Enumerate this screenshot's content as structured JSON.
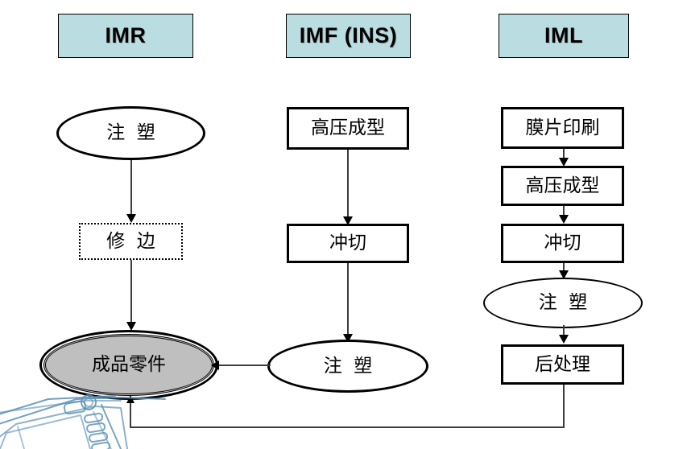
{
  "diagram": {
    "title": "Decoration process comparison flowchart",
    "columns": [
      {
        "id": "imr",
        "header": "IMR",
        "header_color": "#b9dde1",
        "nodes": [
          {
            "name": "imr-injection",
            "label": "注  塑",
            "shape": "ellipse"
          },
          {
            "name": "imr-trimming",
            "label": "修  边",
            "shape": "rect-dotted"
          },
          {
            "name": "finished-part",
            "label": "成品零件",
            "shape": "ellipse-double",
            "fill": "#bfbfbf"
          }
        ]
      },
      {
        "id": "imf",
        "header": "IMF  (INS)",
        "header_color": "#b9dde1",
        "nodes": [
          {
            "name": "imf-high-pressure-forming",
            "label": "高压成型",
            "shape": "rect"
          },
          {
            "name": "imf-die-cutting",
            "label": "冲切",
            "shape": "rect"
          },
          {
            "name": "imf-injection",
            "label": "注  塑",
            "shape": "ellipse"
          }
        ]
      },
      {
        "id": "iml",
        "header": "IML",
        "header_color": "#b9dde1",
        "nodes": [
          {
            "name": "iml-film-printing",
            "label": "膜片印刷",
            "shape": "rect"
          },
          {
            "name": "iml-high-pressure-forming",
            "label": "高压成型",
            "shape": "rect"
          },
          {
            "name": "iml-die-cutting",
            "label": "冲切",
            "shape": "rect"
          },
          {
            "name": "iml-injection",
            "label": "注  塑",
            "shape": "ellipse-thin"
          },
          {
            "name": "iml-post-processing",
            "label": "后处理",
            "shape": "rect"
          }
        ]
      }
    ],
    "colors": {
      "header_fill": "#b9dde1",
      "node_border": "#000000",
      "connector": "#3d3d3d",
      "finished_fill": "#bfbfbf",
      "artwork_stroke": "#5b90b4"
    },
    "decoration": {
      "name": "control-panel-line-art",
      "description": "blue outline drawing of a control panel"
    }
  }
}
